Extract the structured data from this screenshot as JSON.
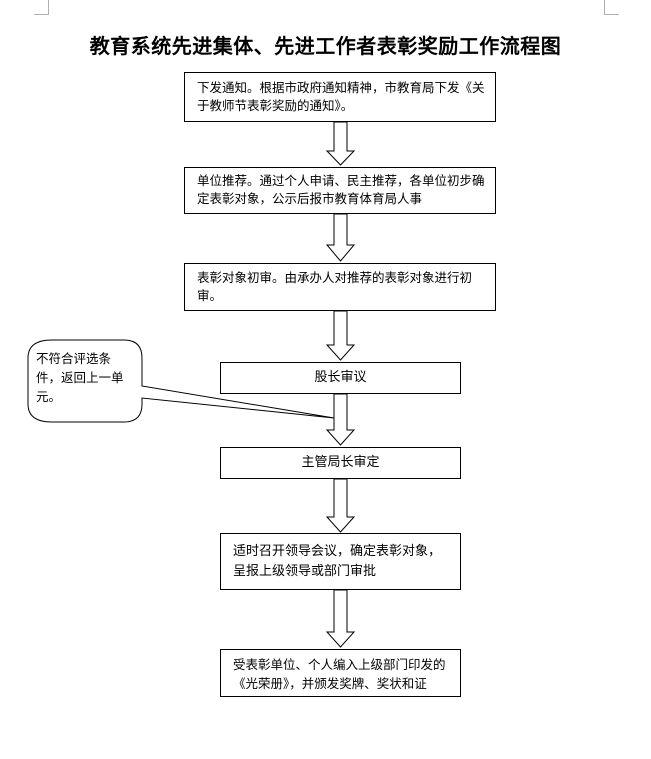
{
  "title": "教育系统先进集体、先进工作者表彰奖励工作流程图",
  "steps": [
    {
      "text": "下发通知。根据市政府通知精神，市教育局下发《关于教师节表彰奖励的通知》。"
    },
    {
      "text": "单位推荐。通过个人申请、民主推荐，各单位初步确定表彰对象，公示后报市教育体育局人事"
    },
    {
      "text": "表彰对象初审。由承办人对推荐的表彰对象进行初审。"
    },
    {
      "text": "股长审议"
    },
    {
      "text": "主管局长审定"
    },
    {
      "text": "适时召开领导会议，确定表彰对象，呈报上级领导或部门审批"
    },
    {
      "text": "受表彰单位、个人编入上级部门印发的《光荣册》，并颁发奖牌、奖状和证"
    }
  ],
  "note": {
    "text": "不符合评选条件，返回上一单元。"
  }
}
